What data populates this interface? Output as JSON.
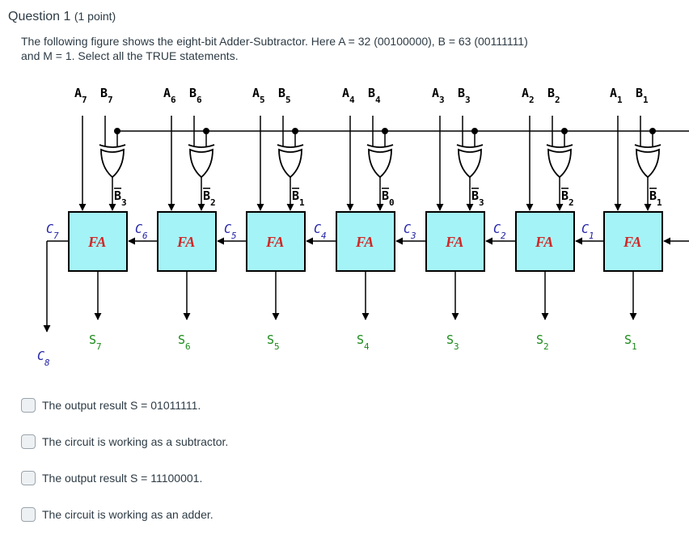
{
  "question": {
    "title": "Question 1",
    "points": "(1 point)",
    "text": "The following figure shows the eight-bit Adder-Subtractor. Here A = 32 (00100000), B = 63 (00111111) and M = 1. Select all the TRUE statements."
  },
  "diagram": {
    "stages": [
      {
        "a": "A",
        "a_sub": "7",
        "b": "B",
        "b_sub": "7",
        "bbar": "B",
        "bbar_sub": "3",
        "carry": "C",
        "carry_sub": "7",
        "sum": "S",
        "sum_sub": "7",
        "fa": "FA"
      },
      {
        "a": "A",
        "a_sub": "6",
        "b": "B",
        "b_sub": "6",
        "bbar": "B",
        "bbar_sub": "2",
        "carry": "C",
        "carry_sub": "6",
        "sum": "S",
        "sum_sub": "6",
        "fa": "FA"
      },
      {
        "a": "A",
        "a_sub": "5",
        "b": "B",
        "b_sub": "5",
        "bbar": "B",
        "bbar_sub": "1",
        "carry": "C",
        "carry_sub": "5",
        "sum": "S",
        "sum_sub": "5",
        "fa": "FA"
      },
      {
        "a": "A",
        "a_sub": "4",
        "b": "B",
        "b_sub": "4",
        "bbar": "B",
        "bbar_sub": "0",
        "carry": "C",
        "carry_sub": "4",
        "sum": "S",
        "sum_sub": "4",
        "fa": "FA"
      },
      {
        "a": "A",
        "a_sub": "3",
        "b": "B",
        "b_sub": "3",
        "bbar": "B",
        "bbar_sub": "3",
        "carry": "C",
        "carry_sub": "3",
        "sum": "S",
        "sum_sub": "3",
        "fa": "FA"
      },
      {
        "a": "A",
        "a_sub": "2",
        "b": "B",
        "b_sub": "2",
        "bbar": "B",
        "bbar_sub": "2",
        "carry": "C",
        "carry_sub": "2",
        "sum": "S",
        "sum_sub": "2",
        "fa": "FA"
      },
      {
        "a": "A",
        "a_sub": "1",
        "b": "B",
        "b_sub": "1",
        "bbar": "B",
        "bbar_sub": "1",
        "carry": "C",
        "carry_sub": "1",
        "sum": "S",
        "sum_sub": "1",
        "fa": "FA"
      }
    ],
    "carry_out": "C",
    "carry_out_sub": "8"
  },
  "answers": [
    {
      "label": "The output result S = 01011111."
    },
    {
      "label": "The circuit is working as a subtractor."
    },
    {
      "label": "The output result S = 11100001."
    },
    {
      "label": "The circuit is working as an adder."
    }
  ]
}
